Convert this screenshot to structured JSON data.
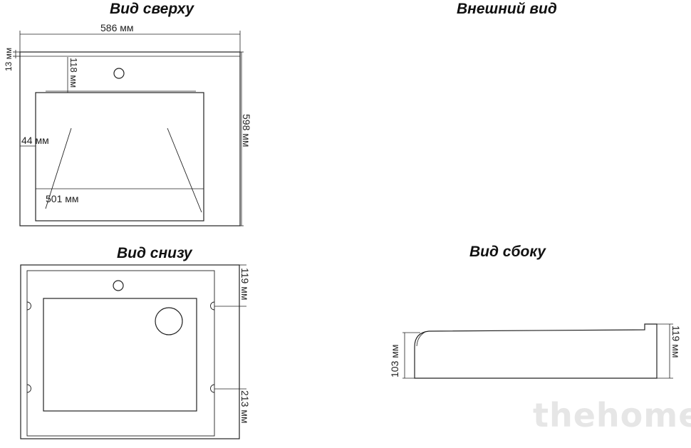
{
  "titles": {
    "top_view": "Вид сверху",
    "exterior": "Внешний вид",
    "bottom_view": "Вид снизу",
    "side_view": "Вид сбоку"
  },
  "dimensions": {
    "width_586": "586 мм",
    "rim_13": "13 мм",
    "offset_118": "118 мм",
    "depth_598": "598 мм",
    "side_44": "44 мм",
    "bowl_501": "501 мм",
    "bottom_119": "119 мм",
    "bottom_213": "213 мм",
    "side_103": "103 мм",
    "side_119": "119 мм"
  },
  "watermark": "thehome"
}
